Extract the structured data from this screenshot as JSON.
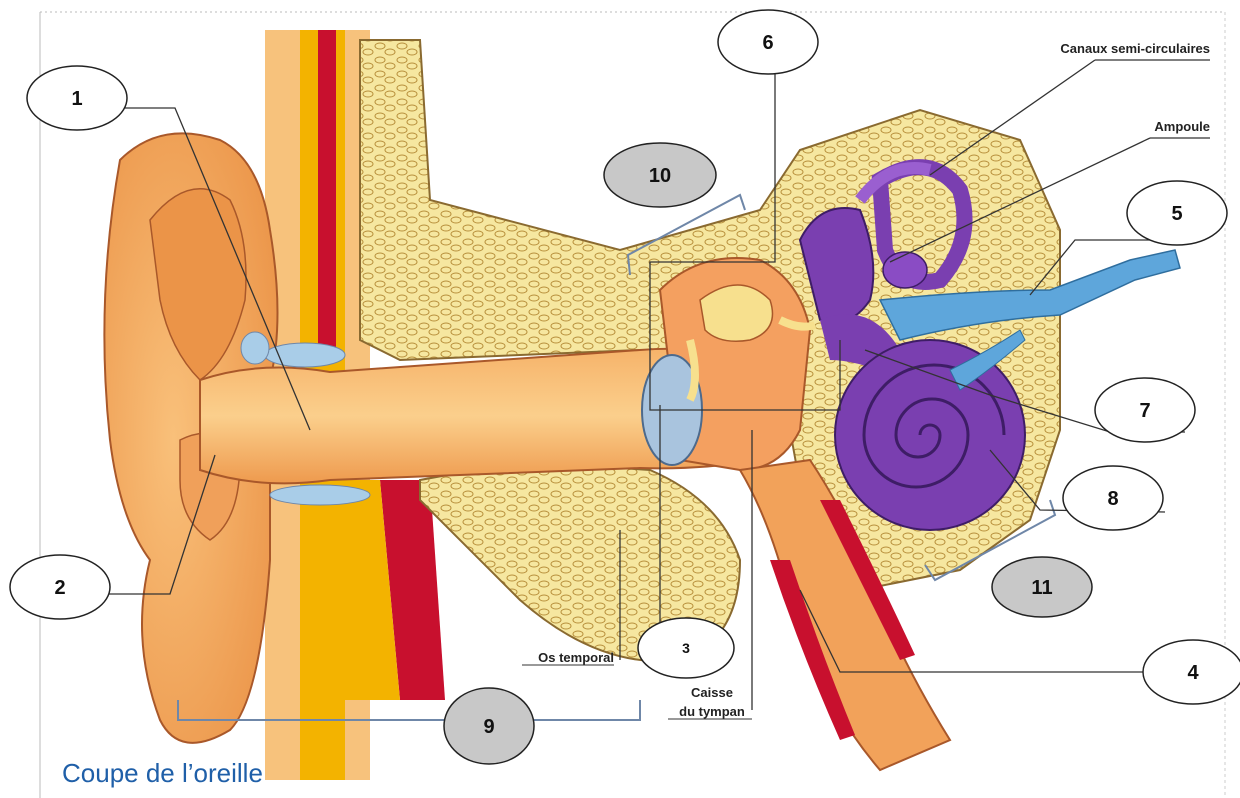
{
  "caption": "Coupe de l’oreille",
  "number_labels": {
    "n1": "1",
    "n2": "2",
    "n3": "3",
    "n4": "4",
    "n5": "5",
    "n6": "6",
    "n7": "7",
    "n8": "8",
    "n9": "9",
    "n10": "10",
    "n11": "11"
  },
  "terms": {
    "canaux": "Canaux semi-circulaires",
    "ampoule": "Ampoule",
    "os_temporal": "Os temporal",
    "caisse_line1": "Caisse",
    "caisse_line2": "du tympan"
  },
  "colors": {
    "skin": "#f2a25a",
    "skin_light": "#f7c27c",
    "bone": "#f4e58a",
    "bone_dot": "#c9a24a",
    "vessel_red": "#c8102e",
    "vessel_yellow": "#f3b300",
    "cartilage_blue": "#a9cde8",
    "labyrinth_purple": "#7a3fb0",
    "nerve_blue": "#5ea6db",
    "frame_blue": "#6f87a8"
  }
}
